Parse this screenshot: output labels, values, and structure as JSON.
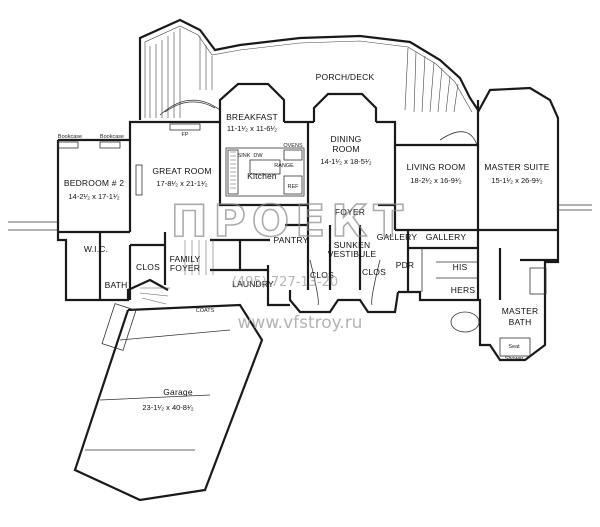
{
  "rooms": {
    "porch": {
      "name": "PORCH/DECK"
    },
    "breakfast": {
      "name": "BREAKFAST",
      "dim": "11-1¹⁄₂ x 11-6¹⁄₂"
    },
    "great_room": {
      "name": "GREAT ROOM",
      "dim": "17-8¹⁄₂ x 21-1¹⁄₂"
    },
    "kitchen": {
      "name": "Kitchen"
    },
    "dining": {
      "name": "DINING",
      "name2": "ROOM",
      "dim": "14-1¹⁄₂ x 18-5¹⁄₂"
    },
    "living": {
      "name": "LIVING ROOM",
      "dim": "18-2¹⁄₂ x 16-9¹⁄₂"
    },
    "master_suite": {
      "name": "MASTER SUITE",
      "dim": "15-1¹⁄₂ x 26-9¹⁄₂"
    },
    "bedroom2": {
      "name": "BEDROOM # 2",
      "dim": "14-2¹⁄₂ x 17-1¹⁄₂"
    },
    "foyer": {
      "name": "FOYER"
    },
    "sunken": {
      "name": "SUNKEN",
      "name2": "VESTIBULE"
    },
    "pantry": {
      "name": "PANTRY"
    },
    "family_foyer": {
      "name": "FAMILY",
      "name2": "FOYER"
    },
    "laundry": {
      "name": "LAUNDRY"
    },
    "wic": {
      "name": "W.I.C."
    },
    "bath": {
      "name": "BATH"
    },
    "clos1": {
      "name": "CLOS"
    },
    "clos2": {
      "name": "CLOS"
    },
    "clos3": {
      "name": "CLOS"
    },
    "gallery1": {
      "name": "GALLERY"
    },
    "gallery2": {
      "name": "GALLERY"
    },
    "pdr": {
      "name": "PDR"
    },
    "his": {
      "name": "HIS"
    },
    "hers": {
      "name": "HERS"
    },
    "master_bath": {
      "name": "MASTER",
      "name2": "BATH"
    },
    "shower": {
      "name": "Shower"
    },
    "garage": {
      "name": "Garage",
      "dim": "23-1¹⁄₂ x 40-8¹⁄₂"
    },
    "coats": {
      "name": "COATS"
    }
  },
  "labels": {
    "bookcase1": "Bookcase",
    "bookcase2": "Bookcase",
    "fireplace": "FP",
    "sink": "SINK",
    "dw": "DW",
    "range": "RANGE",
    "ovens": "OVENS",
    "ref": "REF",
    "seat": "Seat"
  },
  "watermark": {
    "brand": "ПРОЕКТ",
    "phone": "(495) 727-13-20",
    "url": "www.vfstroy.ru"
  }
}
